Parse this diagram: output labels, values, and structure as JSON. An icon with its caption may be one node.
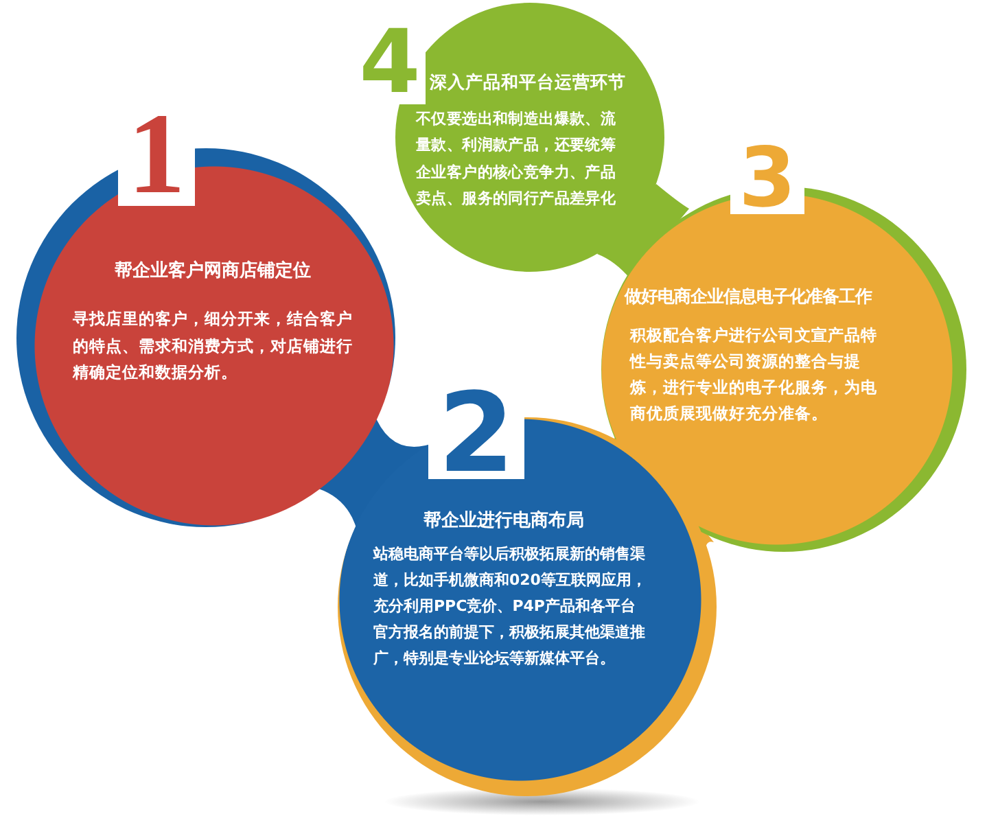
{
  "diagram": {
    "nodes": [
      {
        "text": [
          "1",
          "帮企业客户网商店铺定位",
          "寻找店里的客户，细分开来，结合客户的特点、需求和消费方式，对店铺进行精确定位和数据分析。"
        ]
      },
      {
        "text": [
          "2",
          "帮企业进行电商布局",
          "站稳电商平台等以后积极拓展新的销售渠道，比如手机微商和020等互联网应用，充分利用PPC竞价、P4P产品和各平台官方报名的前提下，积极拓展其他渠道推广，特别是专业论坛等新媒体平台。"
        ]
      },
      {
        "text": [
          "3",
          "做好电商企业信息电子化准备工作",
          "积极配合客户进行公司文宣产品特性与卖点等公司资源的整合与提炼，进行专业的电子化服务，为电商优质展现做好充分准备。"
        ]
      },
      {
        "text": [
          "4",
          "深入产品和平台运营环节",
          "不仅要选出和制造出爆款、流量款、利润款产品，还要统筹企业客户的核心竞争力、产品卖点、服务的同行产品差异化"
        ]
      }
    ]
  }
}
